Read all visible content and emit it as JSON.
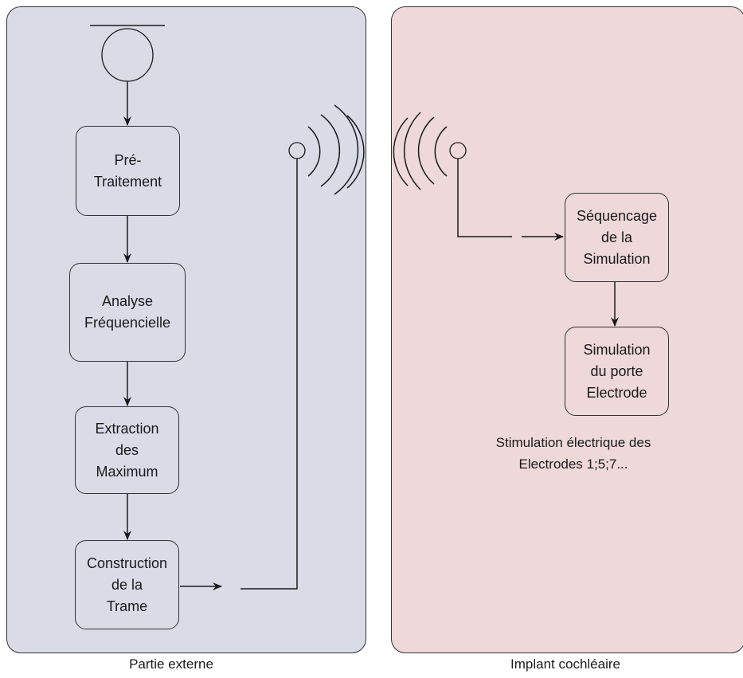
{
  "panels": {
    "external": {
      "caption": "Partie externe"
    },
    "implant": {
      "caption": "Implant cochléaire"
    }
  },
  "external_steps": [
    {
      "label": "Pré-\nTraitement"
    },
    {
      "label": "Analyse\nFréquencielle"
    },
    {
      "label": "Extraction\ndes\nMaximum"
    },
    {
      "label": "Construction\nde la\nTrame"
    }
  ],
  "implant_steps": [
    {
      "label": "Séquencage\nde la\nSimulation"
    },
    {
      "label": "Simulation\ndu porte\nElectrode"
    }
  ],
  "implant_note": "Stimulation électrique des\nElectrodes 1;5;7...",
  "colors": {
    "external_bg": "#d9dbe7",
    "implant_bg": "#eed8d9",
    "stroke": "#1a1a1a"
  },
  "icons": [
    "start-node-icon",
    "transmitter-antenna-icon",
    "receiver-antenna-icon",
    "radio-waves-icon"
  ]
}
